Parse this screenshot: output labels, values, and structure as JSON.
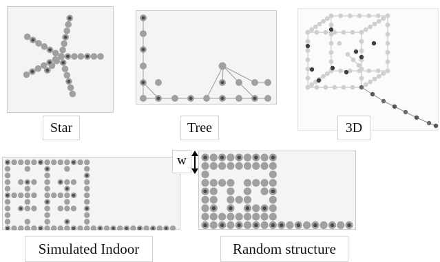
{
  "captions": {
    "star": "Star",
    "tree": "Tree",
    "three_d": "3D",
    "simulated_indoor": "Simulated Indoor",
    "random_structure": "Random structure"
  },
  "width_label": "w",
  "colors": {
    "node_light": "#a0a0a0",
    "node_dark": "#4a4a4a",
    "edge": "#9a9a9a",
    "panel": "#f4f4f4",
    "ghost": "#cfcfcf"
  }
}
